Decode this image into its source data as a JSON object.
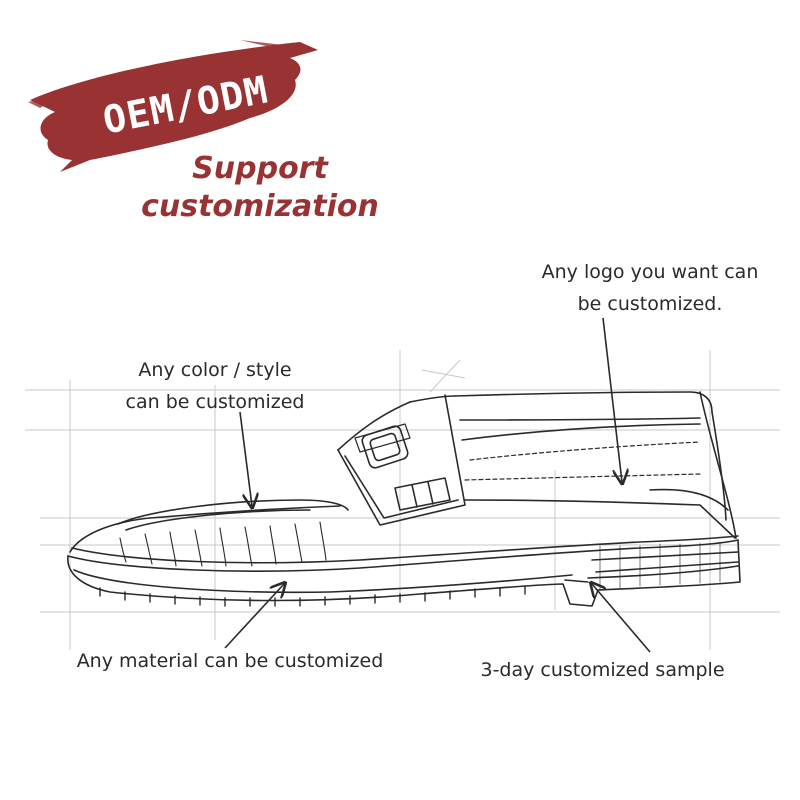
{
  "badge": {
    "text": "OEM/ODM",
    "color": "#993232"
  },
  "headline": {
    "line1": "Support",
    "line2": "customization",
    "color": "#993232"
  },
  "callouts": {
    "logo": {
      "line1": "Any logo you want can",
      "line2": "be customized."
    },
    "color_style": {
      "line1": "Any color / style",
      "line2": "can be customized"
    },
    "material": {
      "line1": "Any material can be customized"
    },
    "sample": {
      "line1": "3-day customized sample"
    }
  },
  "illustration": {
    "subject": "loafer-shoe-sketch",
    "stroke_color": "#2a2a2a",
    "guide_color": "#c8c8c8"
  }
}
